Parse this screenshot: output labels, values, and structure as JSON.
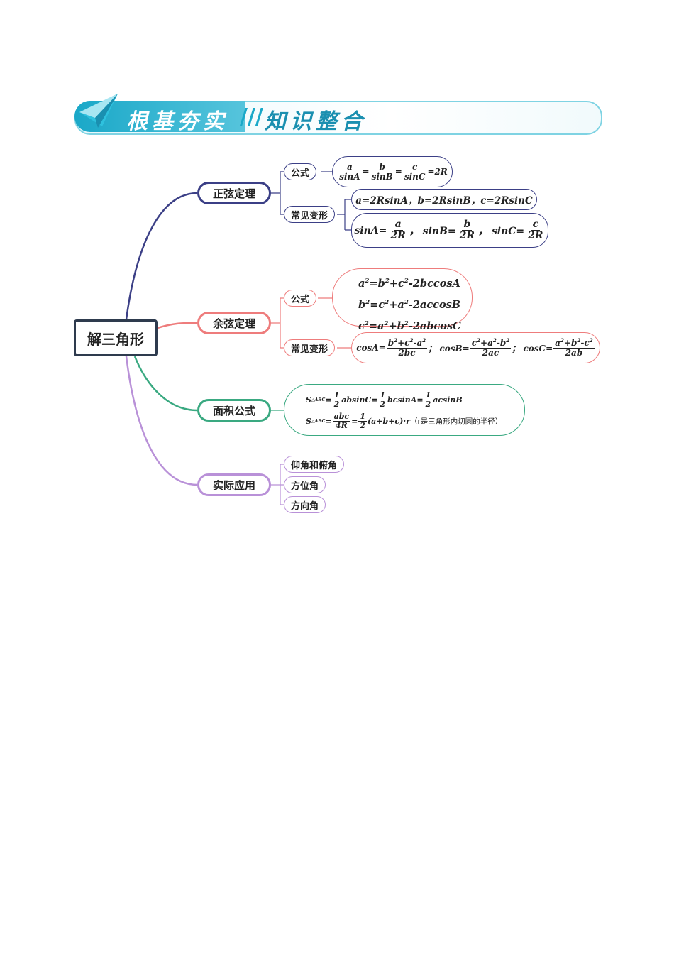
{
  "banner": {
    "left_title": "根基夯实",
    "right_title": "知识整合"
  },
  "root": "解三角形",
  "branches": {
    "sine": {
      "label": "正弦定理",
      "formula_tag": "公式",
      "variant_tag": "常见变形",
      "formula_equals": "=2R",
      "variant1": "a=2RsinA，b=2RsinB，c=2RsinC"
    },
    "cosine": {
      "label": "余弦定理",
      "formula_tag": "公式",
      "variant_tag": "常见变形"
    },
    "area": {
      "label": "面积公式",
      "note": "（r是三角形内切圆的半径）"
    },
    "application": {
      "label": "实际应用",
      "items": [
        "仰角和俯角",
        "方位角",
        "方向角"
      ]
    }
  },
  "colors": {
    "sine": "#3b3f86",
    "cosine": "#ee7c7c",
    "area": "#3aa981",
    "application": "#b991d8",
    "banner": "#1aa8c8"
  }
}
